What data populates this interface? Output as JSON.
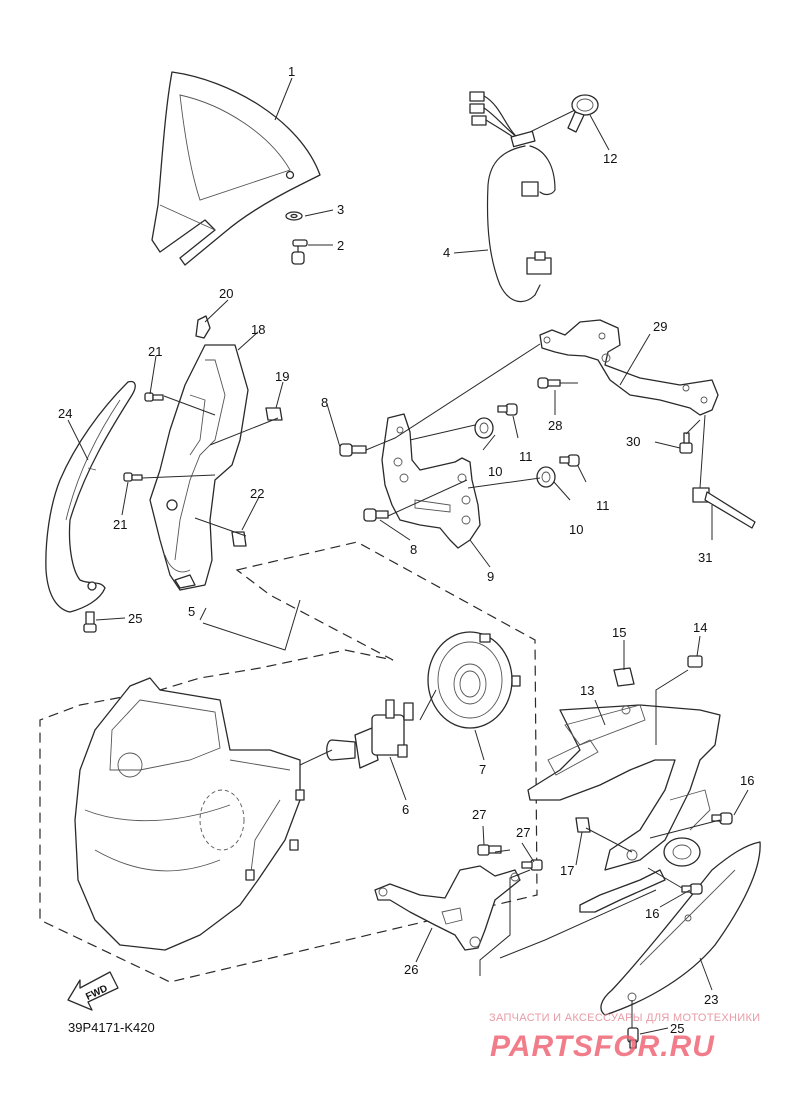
{
  "diagram": {
    "part_code": "39P4171-K420",
    "direction_label": "FWD",
    "watermark": {
      "caption": "ЗАПЧАСТИ И АКСЕССУАРЫ ДЛЯ МОТОТЕХНИКИ",
      "brand": "PARTSFOR.RU"
    },
    "callouts": [
      "1",
      "2",
      "3",
      "4",
      "5",
      "6",
      "7",
      "8",
      "8",
      "9",
      "10",
      "10",
      "11",
      "11",
      "12",
      "13",
      "14",
      "15",
      "16",
      "16",
      "17",
      "18",
      "19",
      "20",
      "21",
      "21",
      "22",
      "23",
      "24",
      "25",
      "25",
      "26",
      "27",
      "27",
      "28",
      "29",
      "30",
      "31"
    ]
  }
}
